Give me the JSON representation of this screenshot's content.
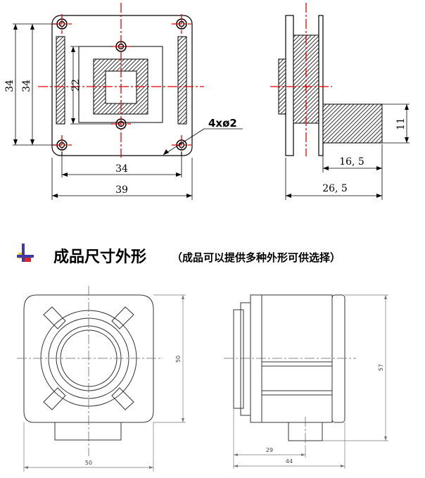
{
  "top_front": {
    "dim_height_outer": "34",
    "dim_height_inner": "34",
    "dim_center_22": "22",
    "dim_width_34": "34",
    "dim_width_39": "39",
    "hole_callout": "4xø2"
  },
  "top_side": {
    "dim_11": "11",
    "dim_16_5": "16, 5",
    "dim_26_5": "26, 5"
  },
  "section": {
    "title": "成品尺寸外形",
    "subtitle": "（成品可以提供多种外形可供选择）"
  },
  "bottom_front": {
    "dim_width": "50",
    "dim_height": "50"
  },
  "bottom_side": {
    "dim_height": "57",
    "dim_29": "29",
    "dim_44": "44"
  },
  "colors": {
    "centerline": "#e60000",
    "outline": "#000000",
    "hatch": "#000000",
    "icon_yellow": "#f7c600",
    "icon_blue": "#3a3aa8",
    "icon_red": "#d8262a"
  }
}
